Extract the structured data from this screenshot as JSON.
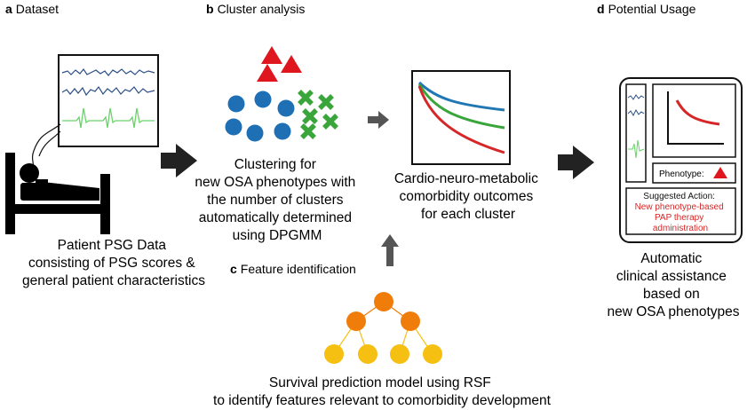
{
  "panels": {
    "a": {
      "letter": "a",
      "title": "Dataset",
      "caption": [
        "Patient PSG Data",
        "consisting of PSG scores &",
        "general patient characteristics"
      ]
    },
    "b": {
      "letter": "b",
      "title": "Cluster analysis",
      "caption": [
        "Clustering for",
        "new OSA phenotypes with",
        "the number of clusters",
        "automatically determined",
        "using DPGMM"
      ],
      "outcome_caption": [
        "Cardio-neuro-metabolic",
        "comorbidity outcomes",
        "for each cluster"
      ]
    },
    "c": {
      "letter": "c",
      "title": "Feature identification",
      "caption": [
        "Survival prediction model using RSF",
        "to identify features relevant to comorbidity development"
      ]
    },
    "d": {
      "letter": "d",
      "title": "Potential Usage",
      "phenotype_label": "Phenotype:",
      "suggested_action_title": "Suggested Action:",
      "suggested_action": [
        "New phenotype-based",
        "PAP therapy",
        "administration"
      ],
      "caption": [
        "Automatic",
        "clinical assistance",
        "based on",
        "new OSA phenotypes"
      ]
    }
  },
  "colors": {
    "cluster_red": "#e0161e",
    "cluster_blue": "#1f6fb5",
    "cluster_green": "#3aa53a",
    "curve_blue": "#1f77b4",
    "curve_green": "#3aa53a",
    "curve_red": "#d62728",
    "tree_top": "#f07d0a",
    "tree_leaf": "#f5c012",
    "arrow_dark": "#222222",
    "arrow_grey": "#555555",
    "action_red": "#d62728",
    "ecg_green": "#6ad36a",
    "wave_blue": "#2a4f86"
  },
  "icons": [
    "patient-in-bed-icon",
    "psg-monitor-icon",
    "cluster-scatter-icon",
    "survival-curve-icon",
    "decision-tree-icon",
    "clinical-display-icon"
  ]
}
